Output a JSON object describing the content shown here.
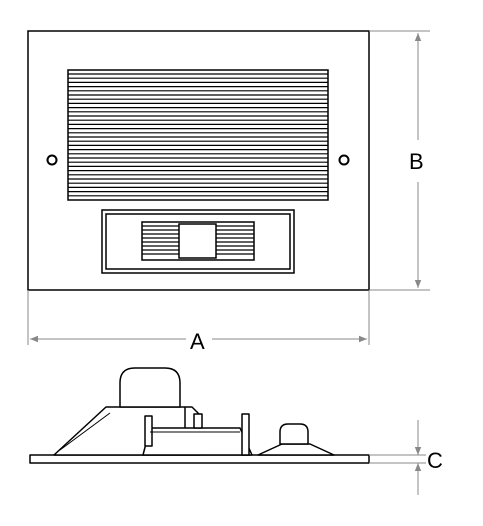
{
  "dimensions": {
    "width_label": "A",
    "height_label": "B",
    "thickness_label": "C"
  },
  "colors": {
    "line": "#000000",
    "dimension_line": "#888888",
    "background": "#ffffff"
  }
}
